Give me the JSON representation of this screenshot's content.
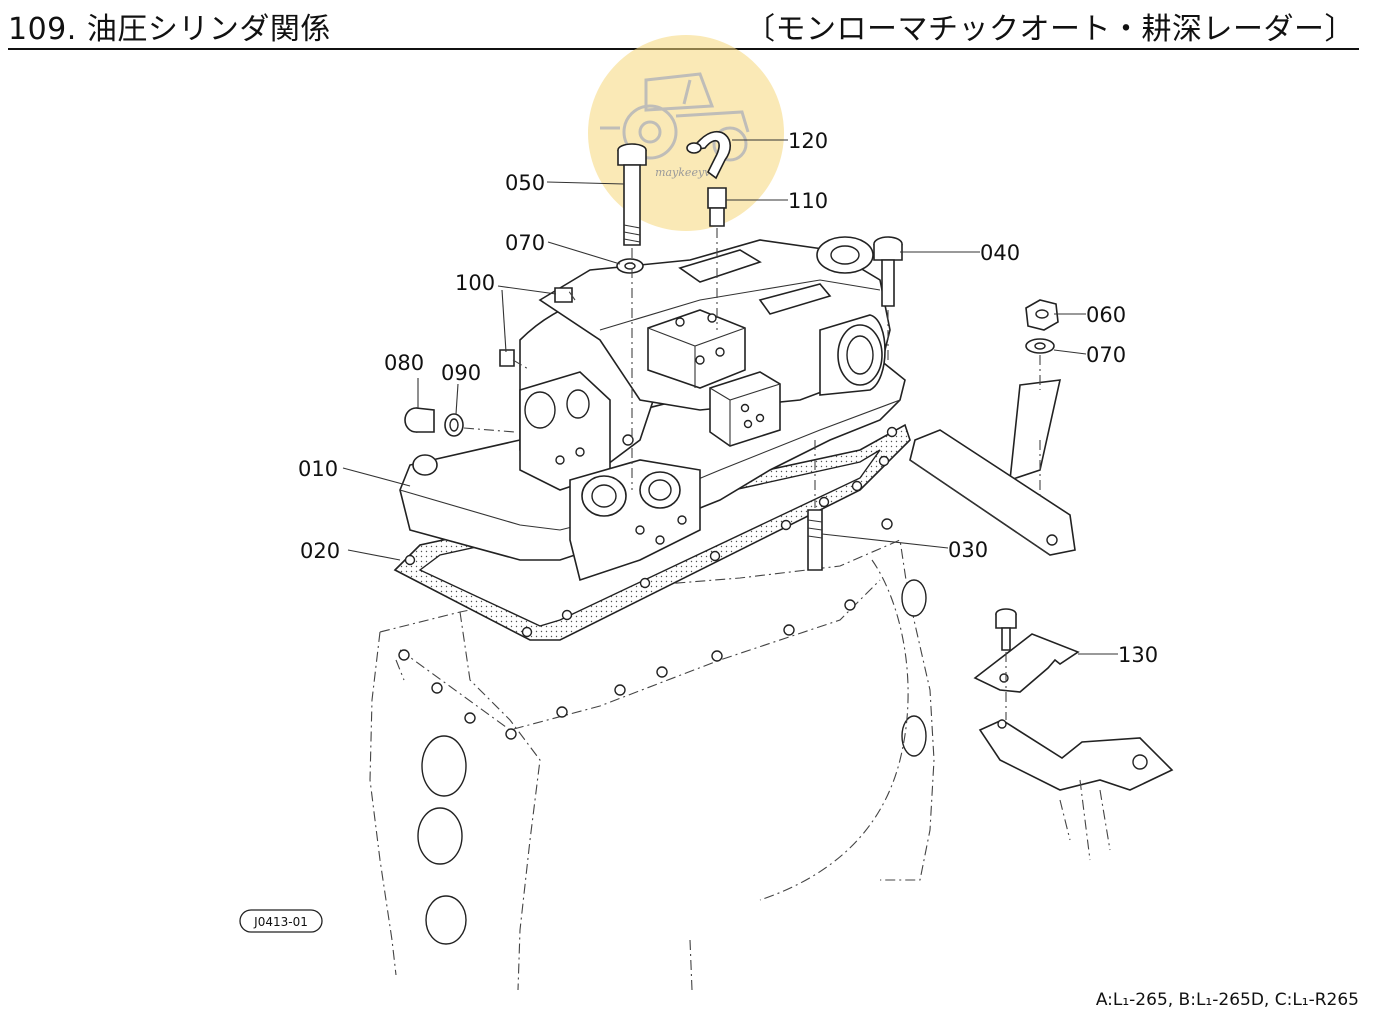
{
  "header": {
    "title_left": "109. 油圧シリンダ関係",
    "title_right": "〔モンローマチックオート・耕深レーダー〕"
  },
  "callouts": [
    "120",
    "050",
    "110",
    "070",
    "040",
    "100",
    "060",
    "070",
    "080",
    "090",
    "010",
    "030",
    "020",
    "130"
  ],
  "watermark_text": "maykeeyva",
  "drawing_ref": "J0413-01",
  "footer": {
    "models": "A:L₁-265, B:L₁-265D, C:L₁-R265"
  },
  "colors": {
    "line": "#222222",
    "watermark": "#f6d77a",
    "watermark_icon": "#b9b9b9"
  }
}
